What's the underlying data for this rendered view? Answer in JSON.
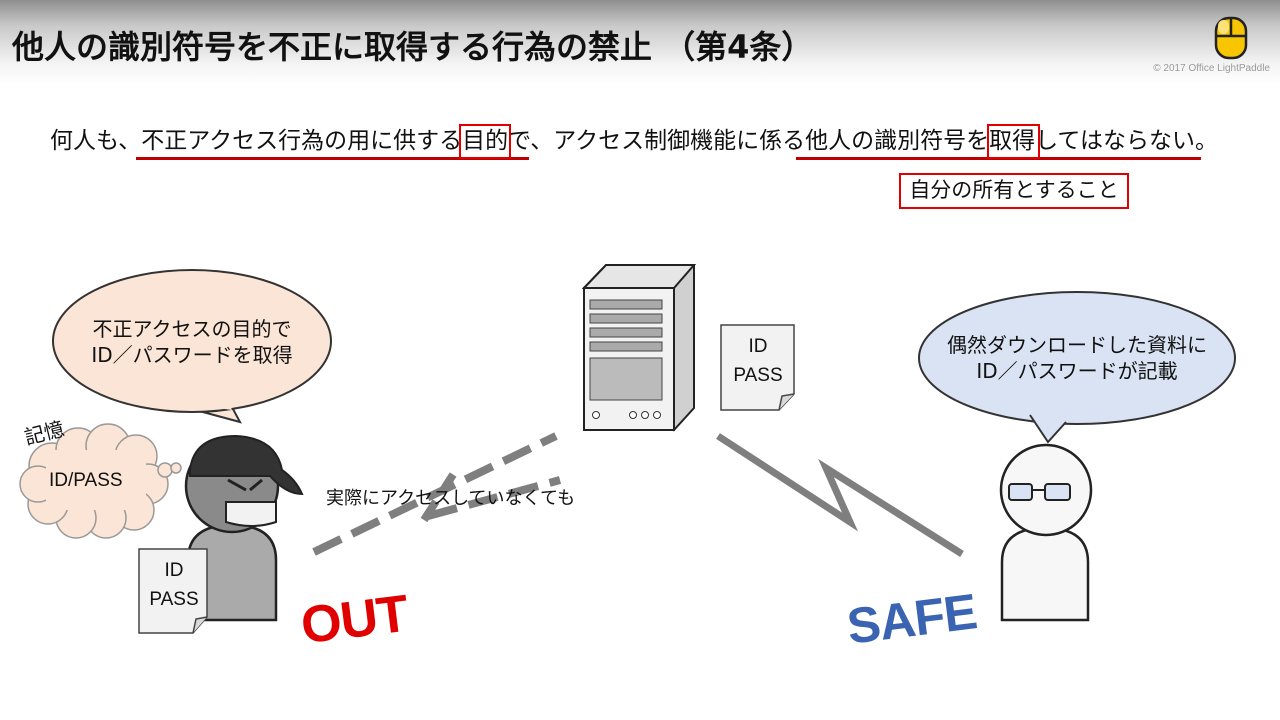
{
  "header": {
    "title": "他人の識別符号を不正に取得する行為の禁止 （第4条）",
    "copyright": "© 2017 Office LightPaddle",
    "logo_icon": "mouse-icon"
  },
  "rule": {
    "sentence": "何人も、不正アクセス行為の用に供する目的で、アクセス制御機能に係る他人の識別符号を取得してはならない。",
    "note": "自分の所有とすること",
    "accent_color": "#e00000"
  },
  "left_scene": {
    "speech": [
      "不正アクセスの目的で",
      "ID／パスワードを取得"
    ],
    "memory_label": "記憶",
    "thought": "ID/PASS",
    "paper": [
      "ID",
      "PASS"
    ],
    "access_note": "実際にアクセスしていなくても",
    "verdict": "OUT",
    "verdict_color": "#e00000"
  },
  "server": {
    "paper": [
      "ID",
      "PASS"
    ]
  },
  "right_scene": {
    "speech": [
      "偶然ダウンロードした資料に",
      "ID／パスワードが記載"
    ],
    "verdict": "SAFE",
    "verdict_color": "#3a64b2"
  }
}
